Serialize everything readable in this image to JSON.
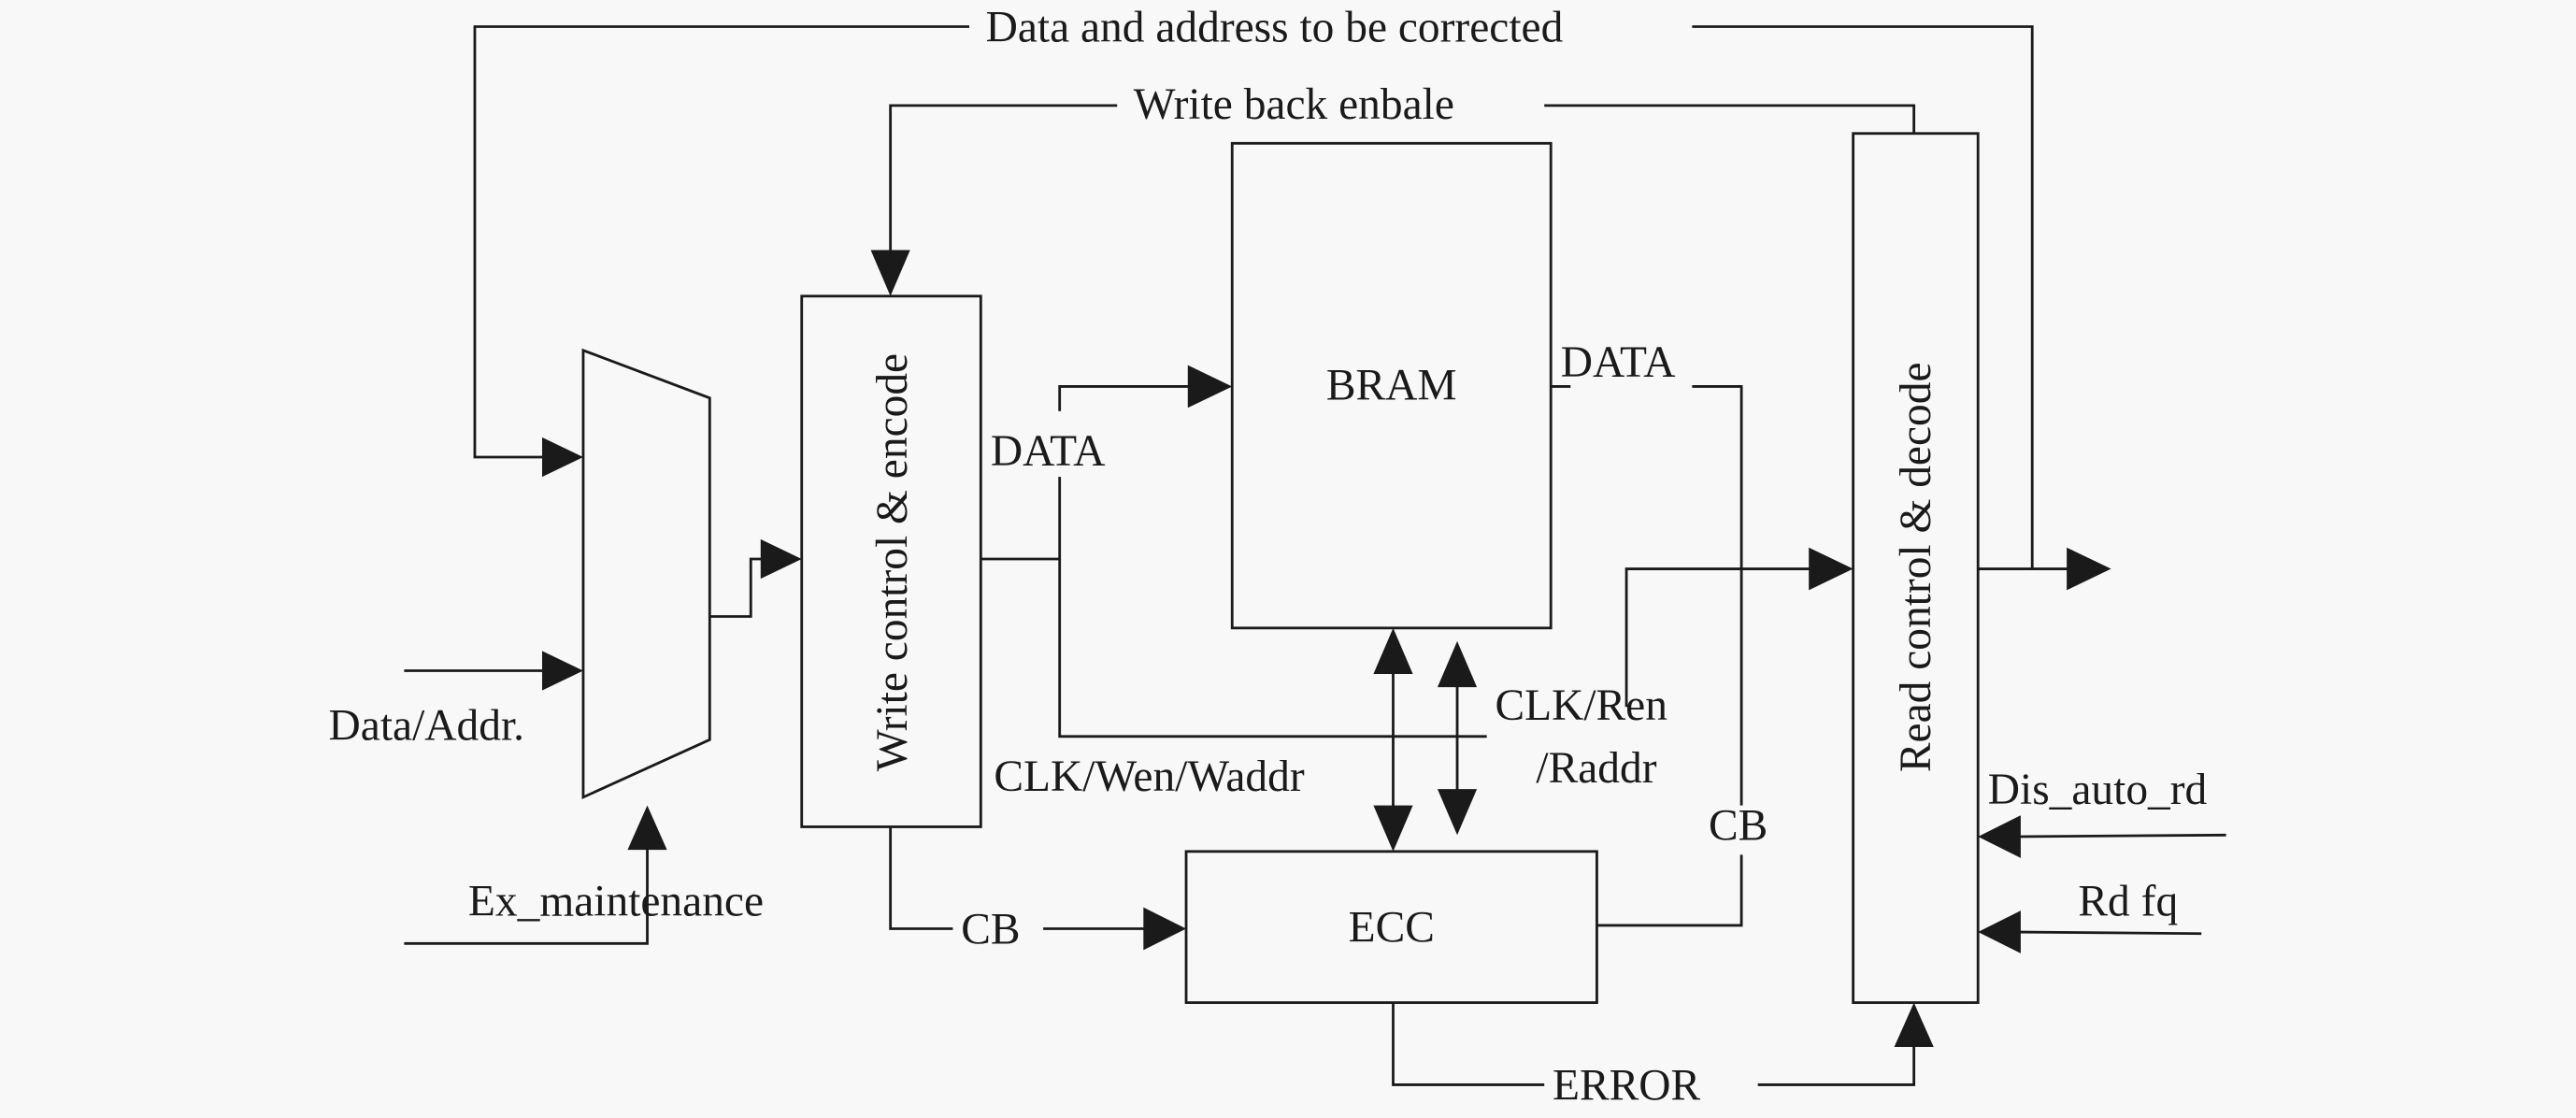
{
  "diagram": {
    "background": "#f8f8f8",
    "line_color": "#1a1a1a",
    "blocks": {
      "write_control": "Write control & encode",
      "bram": "BRAM",
      "ecc": "ECC",
      "read_control": "Read control  & decode"
    },
    "signals": {
      "data_and_address": "Data and address to be corrected",
      "write_back_enable": "Write back enbale",
      "data_addr_input": "Data/Addr.",
      "ex_maintenance": "Ex_maintenance",
      "write_data": "DATA",
      "bram_data": "DATA",
      "clk_wen_waddr": "CLK/Wen/Waddr",
      "clk_ren": "CLK/Ren",
      "raddr": "/Raddr",
      "cb_write": "CB",
      "cb_read": "CB",
      "error": "ERROR",
      "dis_auto_rd": "Dis_auto_rd",
      "rd_fq": "Rd fq"
    }
  }
}
